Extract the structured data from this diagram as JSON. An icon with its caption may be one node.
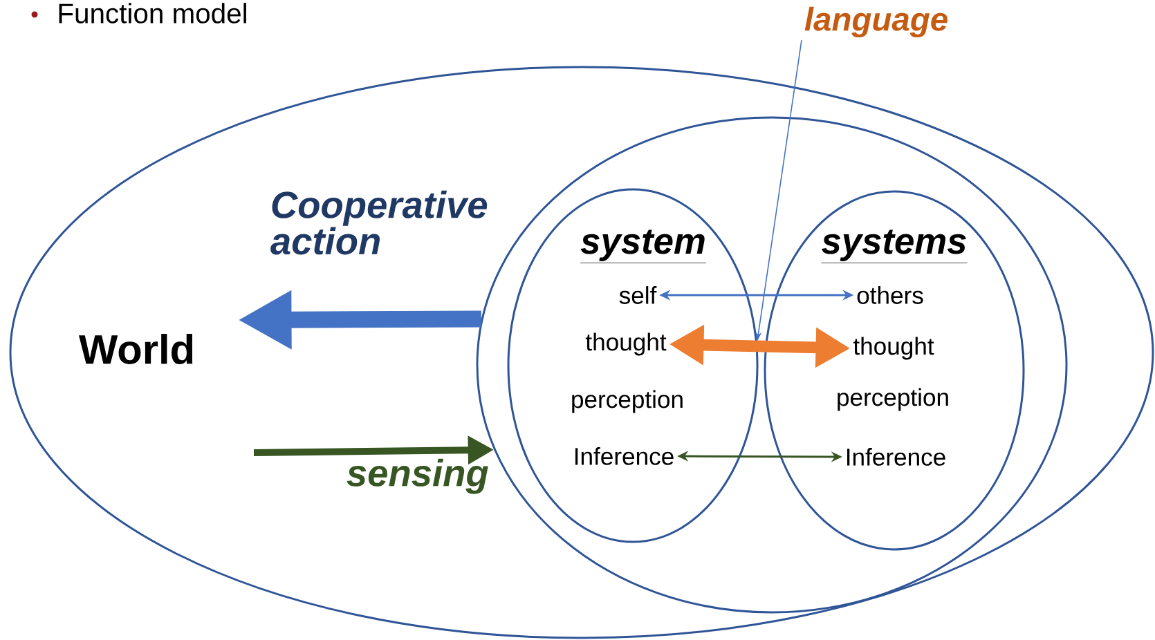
{
  "diagram": {
    "title": "Function model",
    "nodes": [
      {
        "text": [
          "World"
        ]
      },
      {
        "text": [],
        "shape": "ellipse",
        "in": 0
      },
      {
        "text": [
          "system"
        ],
        "in": 1
      },
      {
        "text": [
          "self"
        ],
        "in": 2
      },
      {
        "text": [
          "thought"
        ],
        "in": 2
      },
      {
        "text": [
          "perception"
        ],
        "in": 2
      },
      {
        "text": [
          "Inference"
        ],
        "in": 2
      },
      {
        "text": [
          "systems"
        ],
        "in": 1
      },
      {
        "text": [
          "others"
        ],
        "in": 7
      },
      {
        "text": [
          "thought"
        ],
        "in": 7
      },
      {
        "text": [
          "perception"
        ],
        "in": 7
      },
      {
        "text": [
          "Inference"
        ],
        "in": 7
      },
      {
        "text": [
          "language"
        ]
      }
    ],
    "edges": [
      {
        "from": 3,
        "to": 8,
        "arrow": "both",
        "color": "#4472c4"
      },
      {
        "from": 4,
        "to": 9,
        "arrow": "both",
        "style": "thick",
        "color": "#ed7d31"
      },
      {
        "from": 6,
        "to": 11,
        "arrow": "both",
        "color": "#375623"
      },
      {
        "from": 1,
        "to": null,
        "arrow": "to",
        "label": "Cooperative action",
        "style": "thick",
        "color": "#4472c4"
      },
      {
        "from": null,
        "to": 1,
        "arrow": "to",
        "label": "sensing",
        "style": "thick",
        "color": "#375623"
      },
      {
        "from": 12,
        "to": 2,
        "arrow": "to",
        "color": "#4472c4"
      }
    ]
  }
}
